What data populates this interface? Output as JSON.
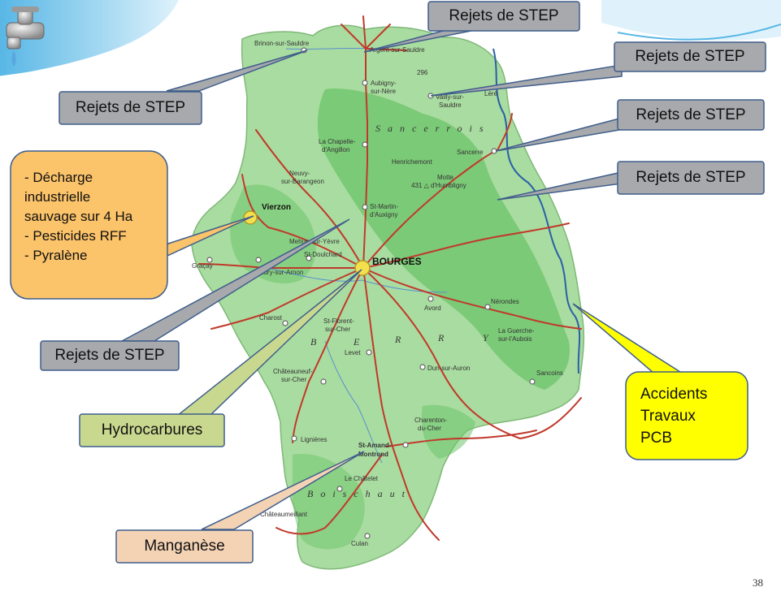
{
  "slide": {
    "page_number": "38"
  },
  "callouts": {
    "step_top": "Rejets de STEP",
    "step_left_upper": "Rejets de STEP",
    "step_right_1": "Rejets de STEP",
    "step_right_2": "Rejets de STEP",
    "step_right_3": "Rejets de STEP",
    "step_left_lower": "Rejets de STEP",
    "hydrocarbures": "Hydrocarbures",
    "manganese": "Manganèse",
    "vierzon_notes": [
      "- Décharge",
      "industrielle",
      "sauvage sur 4 Ha",
      "- Pesticides RFF",
      "- Pyralène"
    ],
    "accidents": [
      "Accidents",
      "Travaux",
      "PCB"
    ]
  },
  "map": {
    "towns": {
      "brinon": "Brinon-sur-Sauldre",
      "argent": "Argent-sur-Sauldre",
      "aubigny_1": "Aubigny-",
      "aubigny_2": "sur-Nère",
      "vailly_1": "Vailly-sur-",
      "vailly_2": "Sauldre",
      "lere": "Léré",
      "chapelle_1": "La Chapelle-",
      "chapelle_2": "d'Angillon",
      "henrichemont": "Henrichemont",
      "sancerre": "Sancerre",
      "neuvy_1": "Neuvy-",
      "neuvy_2": "sur-Barangeon",
      "vierzon": "Vierzon",
      "st_martin_1": "St-Martin-",
      "st_martin_2": "d'Auxigny",
      "mehun": "Mehun-sur-Yèvre",
      "st_doulchard": "St-Doulchard",
      "bourges": "BOURGES",
      "graçay": "Graçay",
      "st_amand_cher": "Lury-sur-Arnon",
      "charost": "Charost",
      "st_florent_1": "St-Florent-",
      "st_florent_2": "sur-Cher",
      "avord": "Avord",
      "nerondes": "Nérondes",
      "guerche_1": "La Guerche-",
      "guerche_2": "sur-l'Aubois",
      "levet": "Levet",
      "dun": "Dun-sur-Auron",
      "sancoins": "Sancoins",
      "chateauneuf_1": "Châteauneuf-",
      "chateauneuf_2": "sur-Cher",
      "charenton_1": "Charenton-",
      "charenton_2": "du-Cher",
      "lignieres": "Lignières",
      "st_amand_1": "St-Amand-",
      "st_amand_2": "Montrond",
      "chatelet": "Le Châtelet",
      "chateaumeillant": "Châteaumeillant",
      "culan": "Culan",
      "motte_1": "Motte",
      "motte_2": "431 △ d'Humbligny",
      "peak_296": "296"
    },
    "regions": {
      "sancerrois": "Sancerrois",
      "berry_b": "B",
      "berry_e": "E",
      "berry_r1": "R",
      "berry_r2": "R",
      "berry_y": "Y",
      "boischaut": "Boischaut"
    },
    "colors": {
      "land_light": "#a9dca0",
      "land_dark": "#6cc46a",
      "roads": "#c0392b",
      "river_loire": "#2b5fa8",
      "callout_grey": "#a7a9ac",
      "callout_orange": "#fbc36a",
      "callout_green": "#c8d98f",
      "callout_peach": "#f4d3b5",
      "callout_yellow": "#ffff00",
      "callout_border": "#3f5e8c"
    }
  }
}
